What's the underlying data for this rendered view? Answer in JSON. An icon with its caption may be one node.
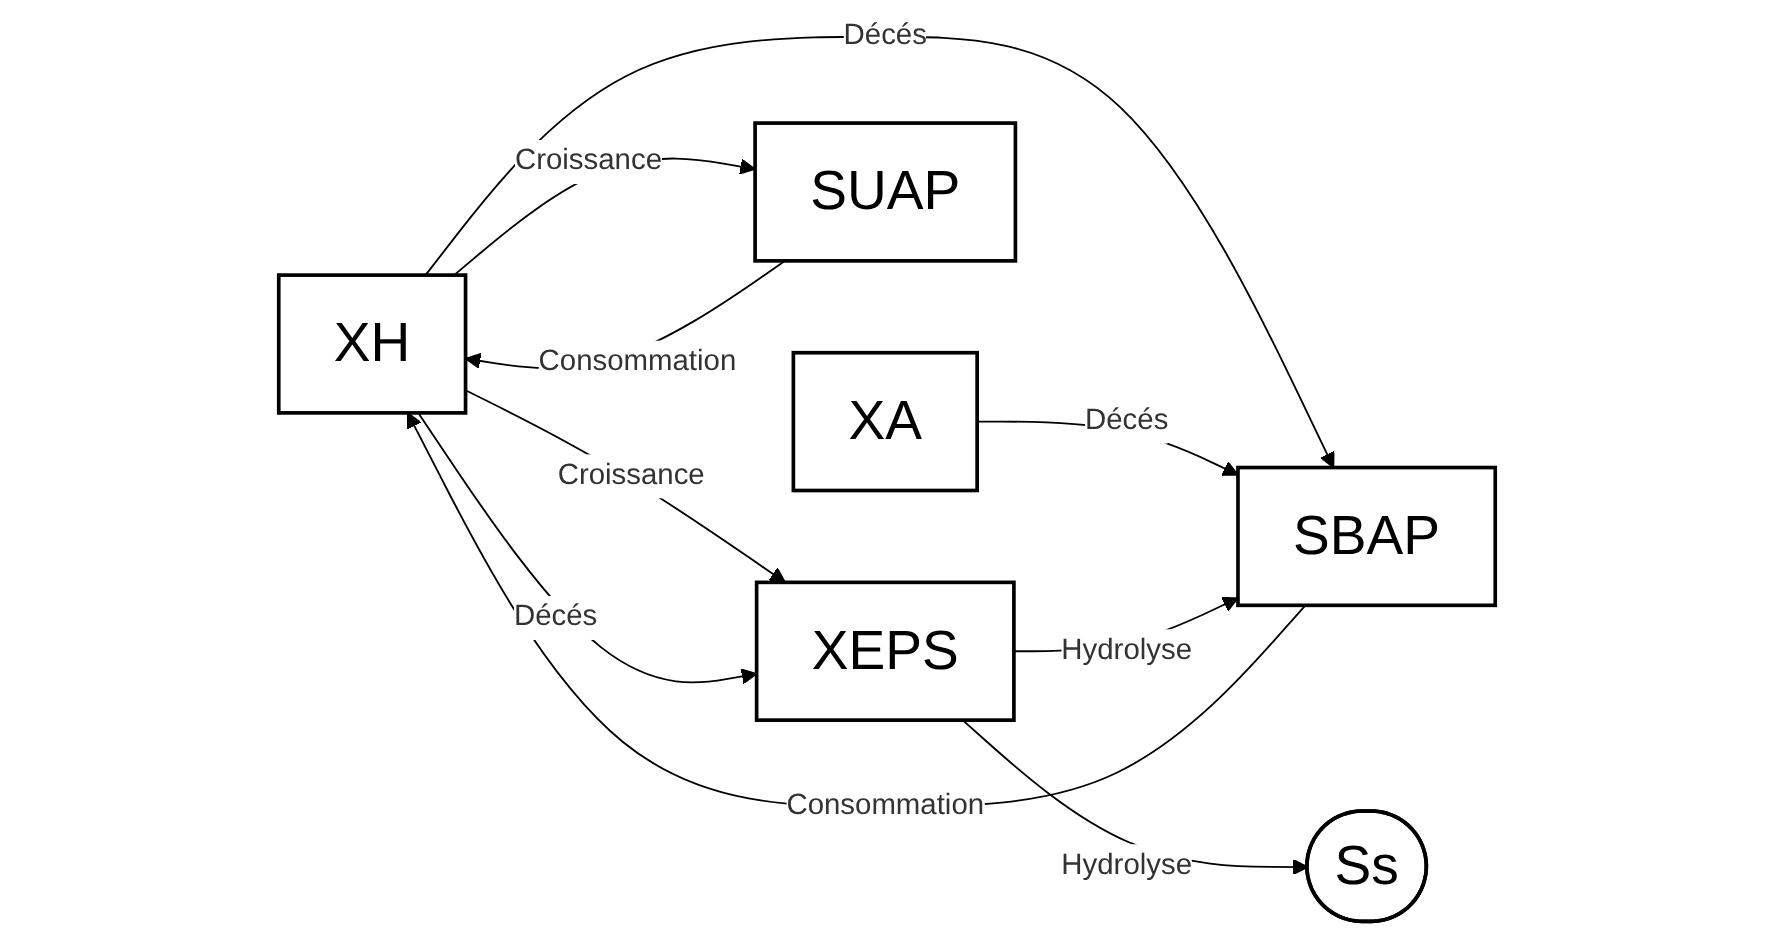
{
  "diagram": {
    "nodes": [
      {
        "text": [
          "XH"
        ]
      },
      {
        "text": [
          "XA"
        ]
      },
      {
        "text": [
          "SUAP"
        ]
      },
      {
        "text": [
          "XEPS"
        ]
      },
      {
        "text": [
          "SBAP"
        ]
      },
      {
        "text": [
          "Ss"
        ]
      }
    ],
    "edges": [
      {
        "from": 4,
        "to": 0,
        "arrow": "to",
        "label": "Consommation"
      },
      {
        "from": 0,
        "to": 4,
        "arrow": "to",
        "label": "Décés"
      },
      {
        "from": 1,
        "to": 4,
        "arrow": "to",
        "label": "Décés"
      },
      {
        "from": 2,
        "to": 0,
        "arrow": "to",
        "label": "Consommation"
      },
      {
        "from": 0,
        "to": 3,
        "arrow": "to",
        "label": "Croissance"
      },
      {
        "from": 0,
        "to": 3,
        "arrow": "to",
        "label": "Décés"
      },
      {
        "from": 0,
        "to": 2,
        "arrow": "to",
        "label": "Croissance"
      },
      {
        "from": 3,
        "to": 4,
        "arrow": "to",
        "label": "Hydrolyse"
      },
      {
        "from": 3,
        "to": 5,
        "arrow": "to",
        "label": "Hydrolyse"
      }
    ]
  }
}
